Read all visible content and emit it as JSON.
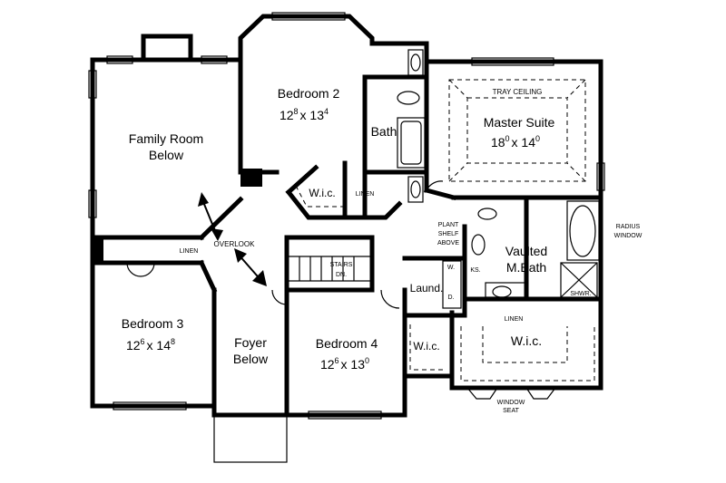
{
  "rooms": {
    "family_room": {
      "line1": "Family Room",
      "line2": "Below"
    },
    "bedroom2": {
      "name": "Bedroom 2",
      "w": "12",
      "w_in": "8",
      "sep": "x 13",
      "d_in": "4"
    },
    "bath": {
      "name": "Bath"
    },
    "master_suite": {
      "name": "Master Suite",
      "w": "18",
      "w_in": "0",
      "sep": "x 14",
      "d_in": "0"
    },
    "tray_ceiling": {
      "name": "TRAY CEILING"
    },
    "wic_bed2": {
      "name": "W.i.c."
    },
    "linen_bed2": {
      "name": "LINEN"
    },
    "overlook": {
      "name": "OVERLOOK"
    },
    "linen_bed3": {
      "name": "LINEN"
    },
    "plant_shelf": {
      "line1": "PLANT",
      "line2": "SHELF",
      "line3": "ABOVE"
    },
    "radius_window": {
      "line1": "RADIUS",
      "line2": "WINDOW"
    },
    "vaulted_bath": {
      "line1": "Vaulted",
      "line2": "M.Bath"
    },
    "ks": {
      "name": "KS."
    },
    "shower": {
      "name": "SHWR."
    },
    "stairs": {
      "line1": "STAIRS",
      "line2": "DN."
    },
    "laundry": {
      "name": "Laund."
    },
    "washer": {
      "name": "W."
    },
    "dryer": {
      "name": "D."
    },
    "linen_master": {
      "name": "LINEN"
    },
    "bedroom3": {
      "name": "Bedroom 3",
      "w": "12",
      "w_in": "6",
      "sep": "x 14",
      "d_in": "8"
    },
    "foyer": {
      "line1": "Foyer",
      "line2": "Below"
    },
    "bedroom4": {
      "name": "Bedroom 4",
      "w": "12",
      "w_in": "6",
      "sep": "x 13",
      "d_in": "0"
    },
    "wic_bed4": {
      "name": "W.i.c."
    },
    "wic_master": {
      "name": "W.i.c."
    },
    "window_seat": {
      "line1": "WINDOW",
      "line2": "SEAT"
    }
  }
}
